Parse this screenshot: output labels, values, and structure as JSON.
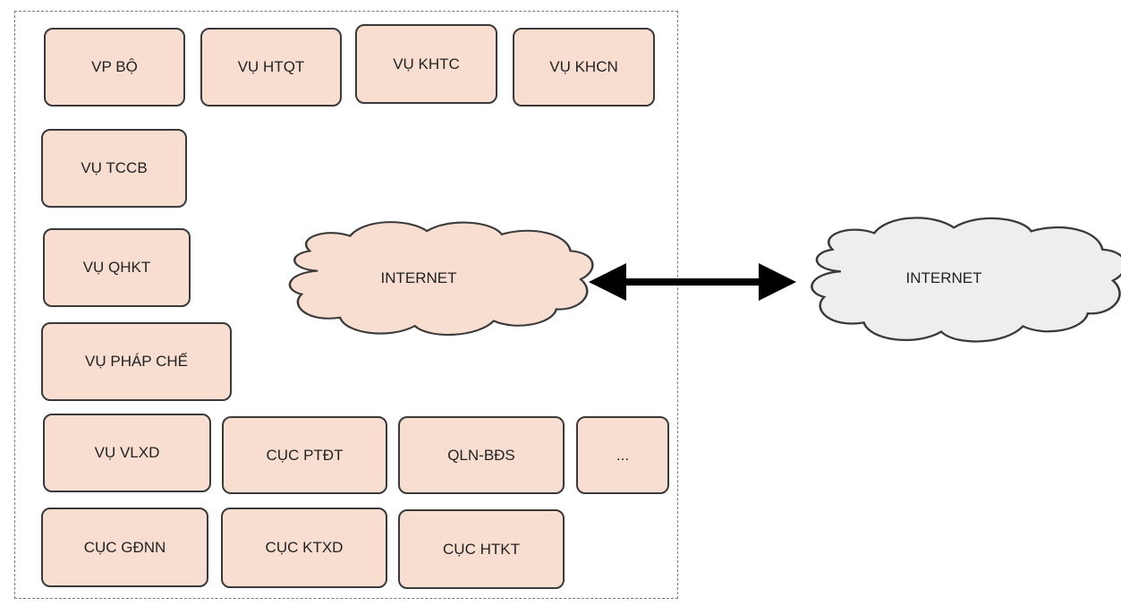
{
  "units": {
    "vp_bo": "VP BỘ",
    "vu_htqt": "VỤ HTQT",
    "vu_khtc": "VỤ KHTC",
    "vu_khcn": "VỤ KHCN",
    "vu_tccb": "VỤ TCCB",
    "vu_qhkt": "VỤ QHKT",
    "vu_phap_che": "VỤ PHÁP CHẾ",
    "vu_vlxd": "VỤ VLXD",
    "cuc_ptdt": "CỤC PTĐT",
    "qln_bds": "QLN-BĐS",
    "ellipsis": "...",
    "cuc_gdnn": "CỤC GĐNN",
    "cuc_ktxd": "CỤC KTXD",
    "cuc_htkt": "CỤC HTKT"
  },
  "clouds": {
    "internal_label": "INTERNET",
    "external_label": "INTERNET"
  },
  "colors": {
    "unit_fill": "#f8ded0",
    "internal_cloud_fill": "#f8ded0",
    "external_cloud_fill": "#eeeeee",
    "stroke": "#3a3a3a",
    "arrow": "#000000"
  }
}
